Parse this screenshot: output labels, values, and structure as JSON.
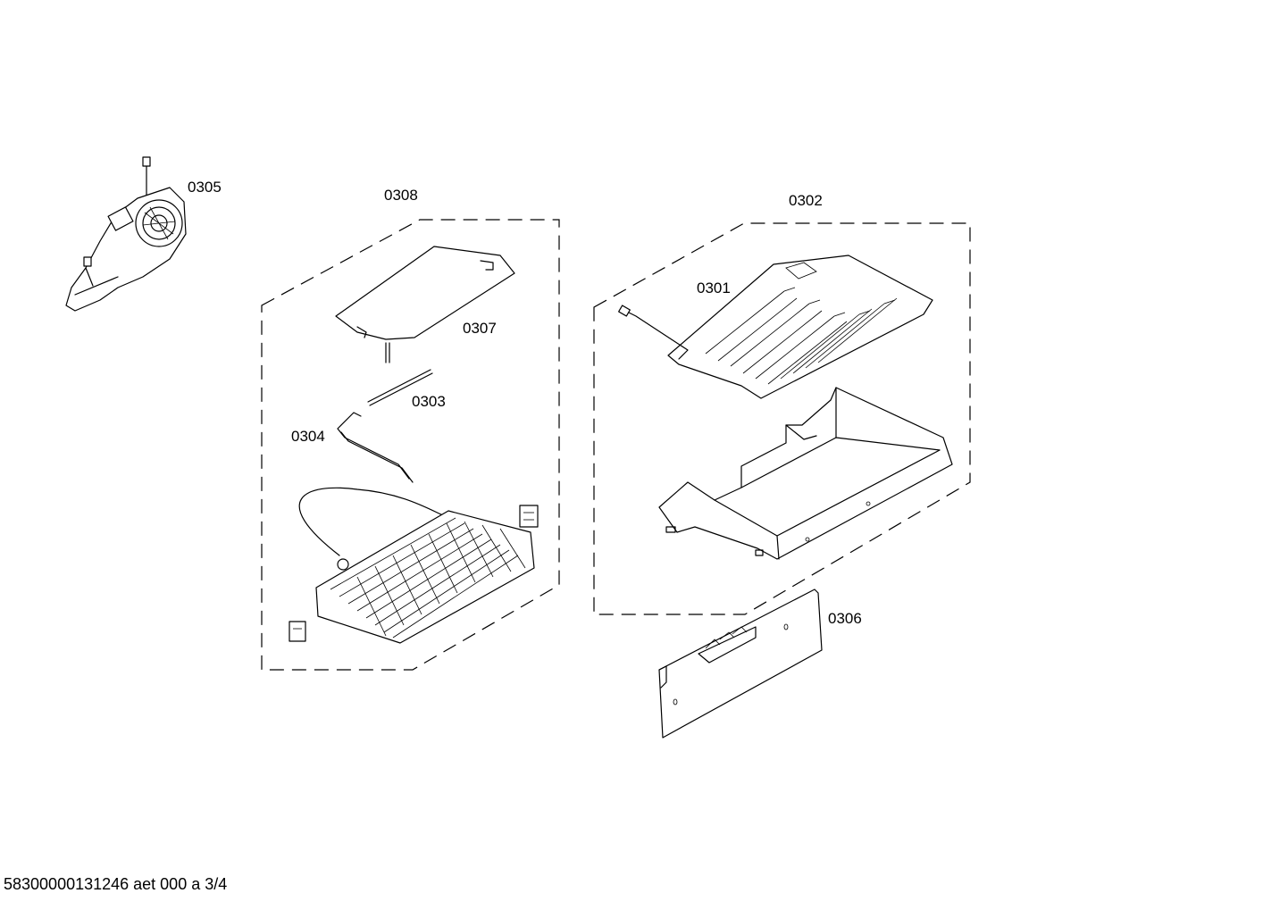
{
  "diagram": {
    "parts": [
      {
        "number": "0305"
      },
      {
        "number": "0308"
      },
      {
        "number": "0302"
      },
      {
        "number": "0301"
      },
      {
        "number": "0307"
      },
      {
        "number": "0303"
      },
      {
        "number": "0304"
      },
      {
        "number": "0306"
      }
    ]
  },
  "footer": {
    "document_id": "58300000131246 aet 000 a 3/4"
  }
}
